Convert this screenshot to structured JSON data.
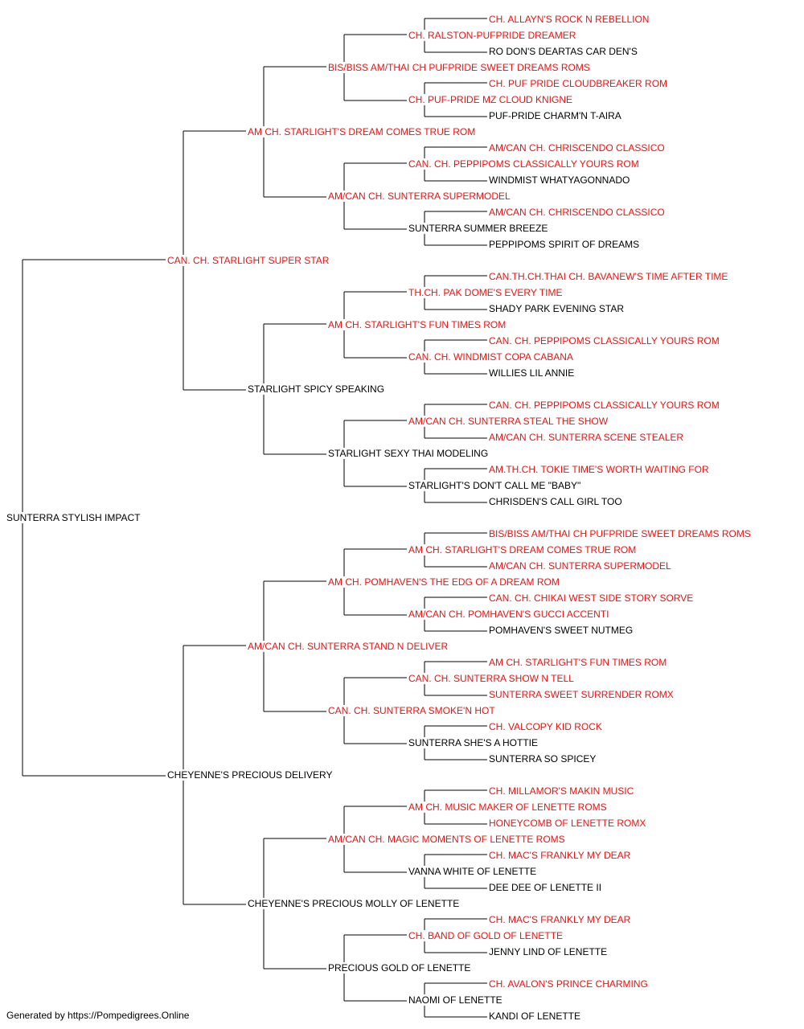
{
  "colors": {
    "champion": "#ee1111",
    "normal": "#000000",
    "line": "#000000"
  },
  "pedigree": {
    "name": "SUNTERRA STYLISH IMPACT",
    "champion": false,
    "sire": {
      "name": "CAN. CH. STARLIGHT SUPER STAR",
      "champion": true,
      "sire": {
        "name": "AM CH. STARLIGHT'S DREAM COMES TRUE ROM",
        "champion": true,
        "sire": {
          "name": "BIS/BISS AM/THAI CH PUFPRIDE SWEET DREAMS ROMS",
          "champion": true,
          "sire": {
            "name": "CH. RALSTON-PUFPRIDE DREAMER",
            "champion": true,
            "sire": {
              "name": "CH. ALLAYN'S ROCK N REBELLION",
              "champion": true
            },
            "dam": {
              "name": "RO DON'S DEARTAS CAR DEN'S",
              "champion": false
            }
          },
          "dam": {
            "name": "CH. PUF-PRIDE MZ CLOUD KNIGNE",
            "champion": true,
            "sire": {
              "name": "CH. PUF PRIDE CLOUDBREAKER ROM",
              "champion": true
            },
            "dam": {
              "name": "PUF-PRIDE CHARM'N T-AIRA",
              "champion": false
            }
          }
        },
        "dam": {
          "name": "AM/CAN CH. SUNTERRA SUPERMODEL",
          "champion": true,
          "sire": {
            "name": "CAN. CH. PEPPIPOMS CLASSICALLY YOURS ROM",
            "champion": true,
            "sire": {
              "name": "AM/CAN CH. CHRISCENDO CLASSICO",
              "champion": true
            },
            "dam": {
              "name": "WINDMIST WHATYAGONNADO",
              "champion": false
            }
          },
          "dam": {
            "name": "SUNTERRA SUMMER BREEZE",
            "champion": false,
            "sire": {
              "name": "AM/CAN CH. CHRISCENDO CLASSICO",
              "champion": true
            },
            "dam": {
              "name": "PEPPIPOMS SPIRIT OF DREAMS",
              "champion": false
            }
          }
        }
      },
      "dam": {
        "name": "STARLIGHT SPICY SPEAKING",
        "champion": false,
        "sire": {
          "name": "AM CH. STARLIGHT'S FUN TIMES ROM",
          "champion": true,
          "sire": {
            "name": "TH.CH. PAK DOME'S EVERY TIME",
            "champion": true,
            "sire": {
              "name": "CAN.TH.CH.THAI CH. BAVANEW'S TIME AFTER TIME",
              "champion": true
            },
            "dam": {
              "name": "SHADY PARK EVENING STAR",
              "champion": false
            }
          },
          "dam": {
            "name": "CAN. CH. WINDMIST COPA CABANA",
            "champion": true,
            "sire": {
              "name": "CAN. CH. PEPPIPOMS CLASSICALLY YOURS ROM",
              "champion": true
            },
            "dam": {
              "name": "WILLIES LIL ANNIE",
              "champion": false
            }
          }
        },
        "dam": {
          "name": "STARLIGHT SEXY THAI MODELING",
          "champion": false,
          "sire": {
            "name": "AM/CAN CH. SUNTERRA STEAL THE SHOW",
            "champion": true,
            "sire": {
              "name": "CAN. CH. PEPPIPOMS CLASSICALLY YOURS ROM",
              "champion": true
            },
            "dam": {
              "name": "AM/CAN CH. SUNTERRA SCENE STEALER",
              "champion": true
            }
          },
          "dam": {
            "name": "STARLIGHT'S DON'T CALL ME \"BABY\"",
            "champion": false,
            "sire": {
              "name": "AM.TH.CH. TOKIE TIME'S WORTH WAITING FOR",
              "champion": true
            },
            "dam": {
              "name": "CHRISDEN'S CALL GIRL TOO",
              "champion": false
            }
          }
        }
      }
    },
    "dam": {
      "name": "CHEYENNE'S PRECIOUS DELIVERY",
      "champion": false,
      "sire": {
        "name": "AM/CAN CH. SUNTERRA STAND N DELIVER",
        "champion": true,
        "sire": {
          "name": "AM CH. POMHAVEN'S THE EDG OF A DREAM ROM",
          "champion": true,
          "sire": {
            "name": "AM CH. STARLIGHT'S DREAM COMES TRUE ROM",
            "champion": true,
            "sire": {
              "name": "BIS/BISS AM/THAI CH PUFPRIDE SWEET DREAMS ROMS",
              "champion": true
            },
            "dam": {
              "name": "AM/CAN CH. SUNTERRA SUPERMODEL",
              "champion": true
            }
          },
          "dam": {
            "name": "AM/CAN CH. POMHAVEN'S GUCCI ACCENTI",
            "champion": true,
            "sire": {
              "name": "CAN. CH. CHIKAI WEST SIDE STORY SORVE",
              "champion": true
            },
            "dam": {
              "name": "POMHAVEN'S SWEET NUTMEG",
              "champion": false
            }
          }
        },
        "dam": {
          "name": "CAN. CH. SUNTERRA SMOKE'N HOT",
          "champion": true,
          "sire": {
            "name": "CAN. CH. SUNTERRA SHOW N TELL",
            "champion": true,
            "sire": {
              "name": "AM CH. STARLIGHT'S FUN TIMES ROM",
              "champion": true
            },
            "dam": {
              "name": "SUNTERRA SWEET SURRENDER ROMX",
              "champion": true
            }
          },
          "dam": {
            "name": "SUNTERRA SHE'S A HOTTIE",
            "champion": false,
            "sire": {
              "name": "CH. VALCOPY KID ROCK",
              "champion": true
            },
            "dam": {
              "name": "SUNTERRA SO SPICEY",
              "champion": false
            }
          }
        }
      },
      "dam": {
        "name": "CHEYENNE'S PRECIOUS MOLLY OF LENETTE",
        "champion": false,
        "sire": {
          "name": "AM/CAN CH. MAGIC MOMENTS OF LENETTE ROMS",
          "champion": true,
          "sire": {
            "name": "AM CH. MUSIC MAKER OF LENETTE ROMS",
            "champion": true,
            "sire": {
              "name": "CH. MILLAMOR'S MAKIN MUSIC",
              "champion": true
            },
            "dam": {
              "name": "HONEYCOMB OF LENETTE ROMX",
              "champion": true
            }
          },
          "dam": {
            "name": "VANNA WHITE OF LENETTE",
            "champion": false,
            "sire": {
              "name": "CH. MAC'S FRANKLY MY DEAR",
              "champion": true
            },
            "dam": {
              "name": "DEE DEE OF LENETTE II",
              "champion": false
            }
          }
        },
        "dam": {
          "name": "PRECIOUS GOLD OF LENETTE",
          "champion": false,
          "sire": {
            "name": "CH. BAND OF GOLD OF LENETTE",
            "champion": true,
            "sire": {
              "name": "CH. MAC'S FRANKLY MY DEAR",
              "champion": true
            },
            "dam": {
              "name": "JENNY LIND OF LENETTE",
              "champion": false
            }
          },
          "dam": {
            "name": "NAOMI OF LENETTE",
            "champion": false,
            "sire": {
              "name": "CH. AVALON'S PRINCE CHARMING",
              "champion": true
            },
            "dam": {
              "name": "KANDI OF LENETTE",
              "champion": false
            }
          }
        }
      }
    }
  },
  "footer": "Generated by https://Pompedigrees.Online"
}
